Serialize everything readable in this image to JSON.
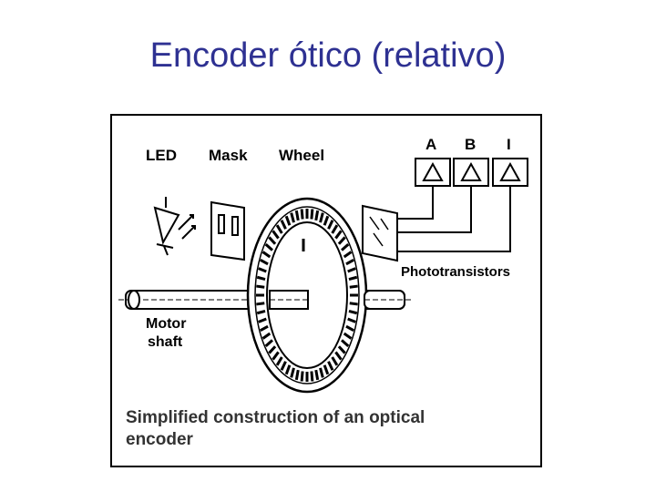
{
  "slide": {
    "title": "Encoder ótico (relativo)"
  },
  "colors": {
    "title": "#2e3192",
    "figure_border": "#000000"
  },
  "figure": {
    "labels": {
      "led": "LED",
      "mask": "Mask",
      "wheel": "Wheel",
      "channel_a": "A",
      "channel_b": "B",
      "channel_i": "I",
      "phototransistors": "Phototransistors",
      "motor_line1": "Motor",
      "motor_line2": "shaft"
    },
    "caption_line1": "Simplified construction of an optical",
    "caption_line2": "encoder"
  }
}
